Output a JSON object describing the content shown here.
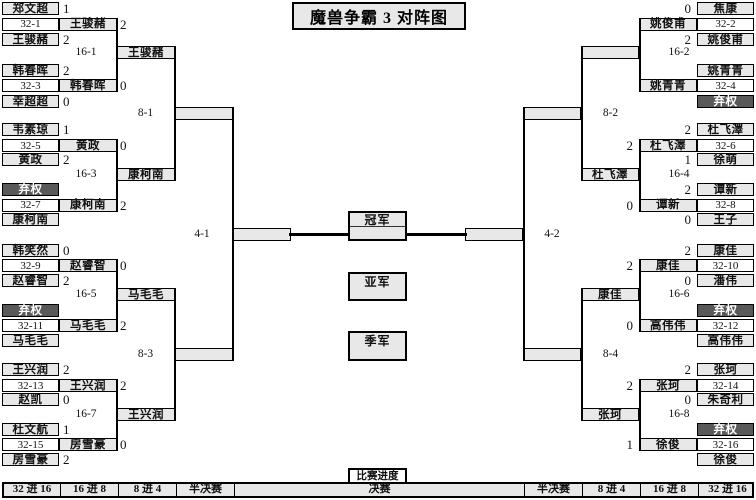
{
  "title": "魔兽争霸 3 对阵图",
  "colors": {
    "background": "#ffffff",
    "box_fill": "#e8e8e8",
    "forfeit_fill": "#595959",
    "forfeit_text": "#ffffff",
    "border": "#000000"
  },
  "finals": {
    "champion_label": "冠军",
    "runner_up_label": "亚军",
    "third_place_label": "季军"
  },
  "progress": {
    "label": "比赛进度",
    "stages": [
      "32 进 16",
      "16 进 8",
      "8 进 4",
      "半决赛",
      "决赛",
      "半决赛",
      "8 进 4",
      "16 进 8",
      "32 进 16"
    ]
  },
  "matches32": [
    {
      "id": "32-1",
      "p1": "郑文超",
      "s1": "1",
      "p2": "王骏赭",
      "s2": "2",
      "winner": "王骏赭",
      "winner_score": "2"
    },
    {
      "id": "32-3",
      "p1": "韩春晖",
      "s1": "2",
      "p2": "幸超超",
      "s2": "0",
      "winner": "韩春晖",
      "winner_score": "0"
    },
    {
      "id": "32-5",
      "p1": "韦素琼",
      "s1": "1",
      "p2": "黄政",
      "s2": "2",
      "winner": "黄政",
      "winner_score": "0"
    },
    {
      "id": "32-7",
      "p1": "弃权",
      "s1": "",
      "p2": "康柯南",
      "s2": "",
      "winner": "康柯南",
      "winner_score": "2"
    },
    {
      "id": "32-9",
      "p1": "韩笑然",
      "s1": "0",
      "p2": "赵睿智",
      "s2": "2",
      "winner": "赵睿智",
      "winner_score": "0"
    },
    {
      "id": "32-11",
      "p1": "弃权",
      "s1": "",
      "p2": "马毛毛",
      "s2": "",
      "winner": "马毛毛",
      "winner_score": "2"
    },
    {
      "id": "32-13",
      "p1": "王兴润",
      "s1": "2",
      "p2": "赵凯",
      "s2": "0",
      "winner": "王兴润",
      "winner_score": "2"
    },
    {
      "id": "32-15",
      "p1": "杜文航",
      "s1": "1",
      "p2": "房雪豪",
      "s2": "2",
      "winner": "房雪豪",
      "winner_score": "0"
    },
    {
      "id": "32-2",
      "p1": "焦康",
      "s1": "0",
      "p2": "姚俊甫",
      "s2": "2",
      "winner": "姚俊甫",
      "winner_score": ""
    },
    {
      "id": "32-4",
      "p1": "姚青青",
      "s1": "",
      "p2": "弃权",
      "s2": "",
      "winner": "姚青青",
      "winner_score": ""
    },
    {
      "id": "32-6",
      "p1": "杜飞澤",
      "s1": "2",
      "p2": "徐萌",
      "s2": "1",
      "winner": "杜飞澤",
      "winner_score": "2"
    },
    {
      "id": "32-8",
      "p1": "谭新",
      "s1": "2",
      "p2": "王子",
      "s2": "0",
      "winner": "谭新",
      "winner_score": "0"
    },
    {
      "id": "32-10",
      "p1": "康佳",
      "s1": "2",
      "p2": "潘伟",
      "s2": "0",
      "winner": "康佳",
      "winner_score": "2"
    },
    {
      "id": "32-12",
      "p1": "弃权",
      "s1": "",
      "p2": "高伟伟",
      "s2": "",
      "winner": "高伟伟",
      "winner_score": "0"
    },
    {
      "id": "32-14",
      "p1": "张珂",
      "s1": "2",
      "p2": "朱奇利",
      "s2": "0",
      "winner": "张珂",
      "winner_score": "2"
    },
    {
      "id": "32-16",
      "p1": "弃权",
      "s1": "",
      "p2": "徐俊",
      "s2": "",
      "winner": "徐俊",
      "winner_score": "1"
    }
  ],
  "matches16": [
    {
      "id": "16-1",
      "winner": "王骏赭"
    },
    {
      "id": "16-3",
      "winner": "康柯南"
    },
    {
      "id": "16-5",
      "winner": "马毛毛"
    },
    {
      "id": "16-7",
      "winner": "王兴润"
    },
    {
      "id": "16-2",
      "winner": ""
    },
    {
      "id": "16-4",
      "winner": "杜飞澤"
    },
    {
      "id": "16-6",
      "winner": "康佳"
    },
    {
      "id": "16-8",
      "winner": "张珂"
    }
  ],
  "matches8": [
    {
      "id": "8-1"
    },
    {
      "id": "8-3"
    },
    {
      "id": "8-2"
    },
    {
      "id": "8-4"
    }
  ],
  "semifinals": [
    {
      "id": "4-1"
    },
    {
      "id": "4-2"
    }
  ]
}
